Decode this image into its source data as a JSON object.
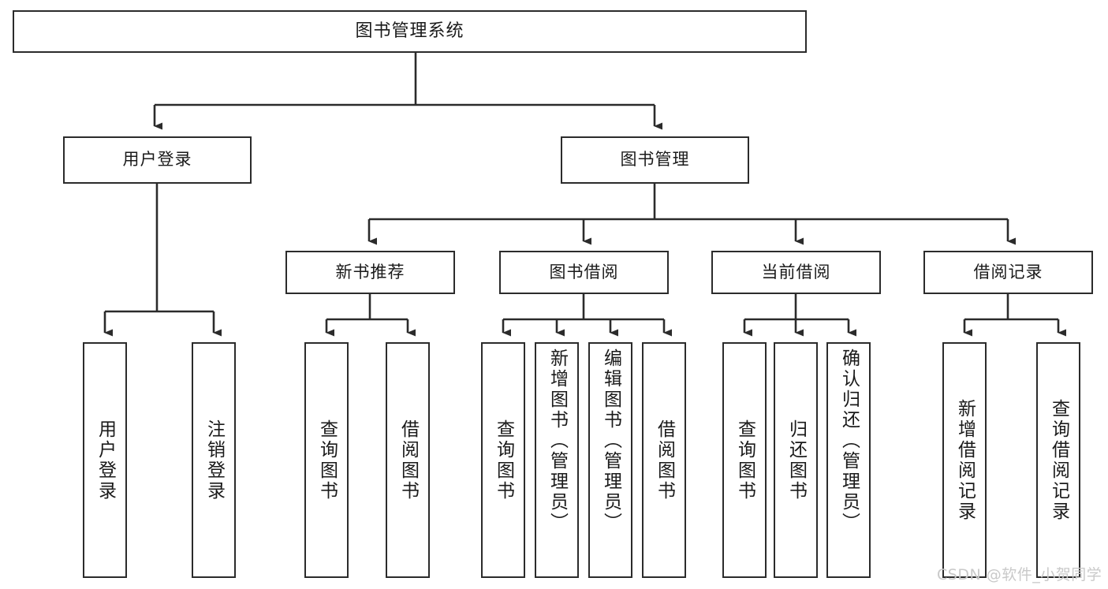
{
  "diagram": {
    "title": "图书管理系统",
    "type": "tree-hierarchy-chart",
    "watermark": "CSDN @软件_小贺同学",
    "colors": {
      "stroke": "#2b2b2b",
      "fill": "#ffffff",
      "text": "#1a1a1a",
      "watermark": "#c9c9c9"
    },
    "nodes": {
      "root": {
        "label": "图书管理系统"
      },
      "level1": [
        {
          "id": "user-login",
          "label": "用户登录"
        },
        {
          "id": "book-manage",
          "label": "图书管理"
        }
      ],
      "level2": [
        {
          "id": "new-book-rec",
          "label": "新书推荐"
        },
        {
          "id": "book-borrow",
          "label": "图书借阅"
        },
        {
          "id": "current-borrow",
          "label": "当前借阅"
        },
        {
          "id": "borrow-record",
          "label": "借阅记录"
        }
      ],
      "leaves": {
        "user-login": [
          {
            "id": "leaf-user-login",
            "label": "用户登录"
          },
          {
            "id": "leaf-logout-login",
            "label": "注销登录"
          }
        ],
        "new-book-rec": [
          {
            "id": "leaf-query-book-1",
            "label": "查询图书"
          },
          {
            "id": "leaf-borrow-book-1",
            "label": "借阅图书"
          }
        ],
        "book-borrow": [
          {
            "id": "leaf-query-book-2",
            "label": "查询图书"
          },
          {
            "id": "leaf-add-book",
            "label": "新增图书（管理员）"
          },
          {
            "id": "leaf-edit-book",
            "label": "编辑图书（管理员）"
          },
          {
            "id": "leaf-borrow-book-2",
            "label": "借阅图书"
          }
        ],
        "current-borrow": [
          {
            "id": "leaf-query-book-3",
            "label": "查询图书"
          },
          {
            "id": "leaf-return-book",
            "label": "归还图书"
          },
          {
            "id": "leaf-confirm-return",
            "label": "确认归还（管理员）"
          }
        ],
        "borrow-record": [
          {
            "id": "leaf-add-record",
            "label": "新增借阅记录"
          },
          {
            "id": "leaf-query-record",
            "label": "查询借阅记录"
          }
        ]
      }
    }
  }
}
